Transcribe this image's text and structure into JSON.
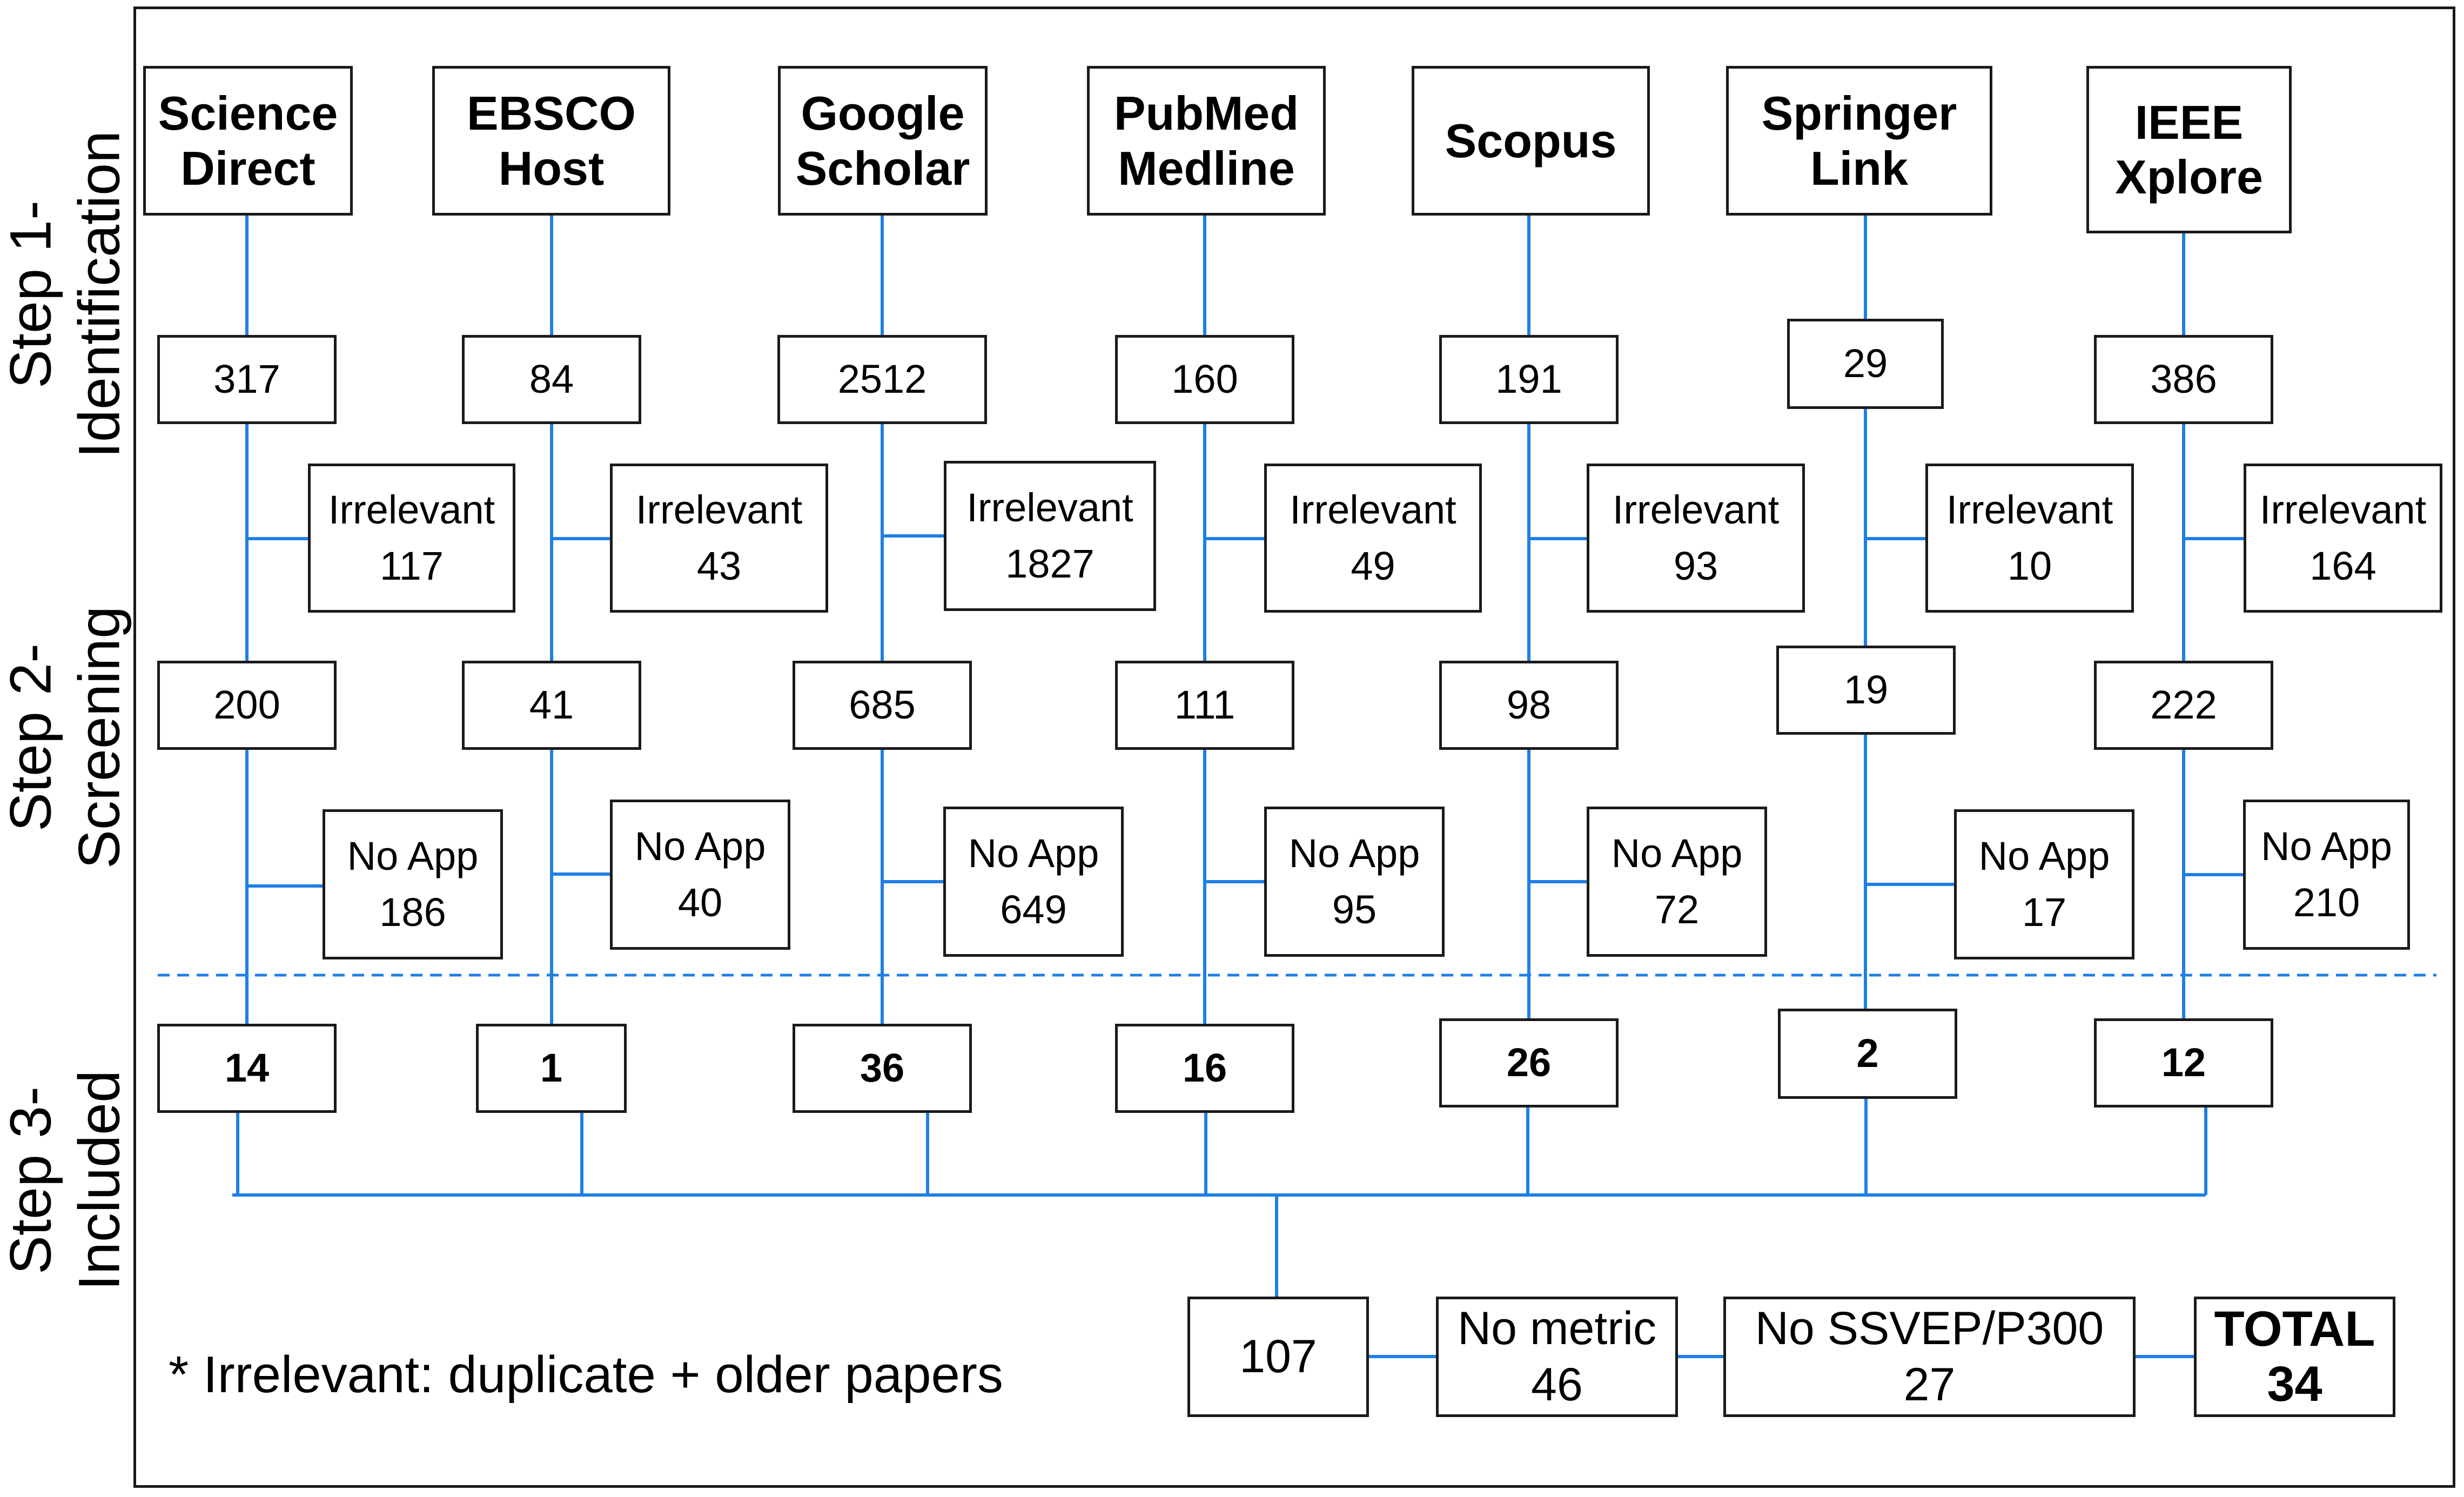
{
  "step_labels": [
    {
      "line1": "Step 1-",
      "line2": "Identification"
    },
    {
      "line1": "Step 2-",
      "line2": "Screening"
    },
    {
      "line1": "Step 3-",
      "line2": "Included"
    }
  ],
  "columns": [
    {
      "source_line1": "Science",
      "source_line2": "Direct",
      "identified": "317",
      "irrelevant_label": "Irrelevant",
      "irrelevant_count": "117",
      "screened": "200",
      "no_app_label": "No App",
      "no_app_count": "186",
      "included": "14"
    },
    {
      "source_line1": "EBSCO",
      "source_line2": "Host",
      "identified": "84",
      "irrelevant_label": "Irrelevant",
      "irrelevant_count": "43",
      "screened": "41",
      "no_app_label": "No App",
      "no_app_count": "40",
      "included": "1"
    },
    {
      "source_line1": "Google",
      "source_line2": "Scholar",
      "identified": "2512",
      "irrelevant_label": "Irrelevant",
      "irrelevant_count": "1827",
      "screened": "685",
      "no_app_label": "No App",
      "no_app_count": "649",
      "included": "36"
    },
    {
      "source_line1": "PubMed",
      "source_line2": "Medline",
      "identified": "160",
      "irrelevant_label": "Irrelevant",
      "irrelevant_count": "49",
      "screened": "111",
      "no_app_label": "No App",
      "no_app_count": "95",
      "included": "16"
    },
    {
      "source_line1": "Scopus",
      "source_line2": "",
      "identified": "191",
      "irrelevant_label": "Irrelevant",
      "irrelevant_count": "93",
      "screened": "98",
      "no_app_label": "No App",
      "no_app_count": "72",
      "included": "26"
    },
    {
      "source_line1": "Springer",
      "source_line2": "Link",
      "identified": "29",
      "irrelevant_label": "Irrelevant",
      "irrelevant_count": "10",
      "screened": "19",
      "no_app_label": "No App",
      "no_app_count": "17",
      "included": "2"
    },
    {
      "source_line1": "IEEE",
      "source_line2": "Xplore",
      "identified": "386",
      "irrelevant_label": "Irrelevant",
      "irrelevant_count": "164",
      "screened": "222",
      "no_app_label": "No App",
      "no_app_count": "210",
      "included": "12"
    }
  ],
  "summary": {
    "combined": "107",
    "no_metric_label": "No metric",
    "no_metric_count": "46",
    "no_ssvep_label": "No SSVEP/P300",
    "no_ssvep_count": "27",
    "total_label": "TOTAL",
    "total_count": "34"
  },
  "footnote": "* Irrelevant: duplicate + older papers",
  "colors": {
    "arrow": "#1f7fe6",
    "border": "#1a1a1a",
    "dashed_separator": "#1f7fe6"
  }
}
